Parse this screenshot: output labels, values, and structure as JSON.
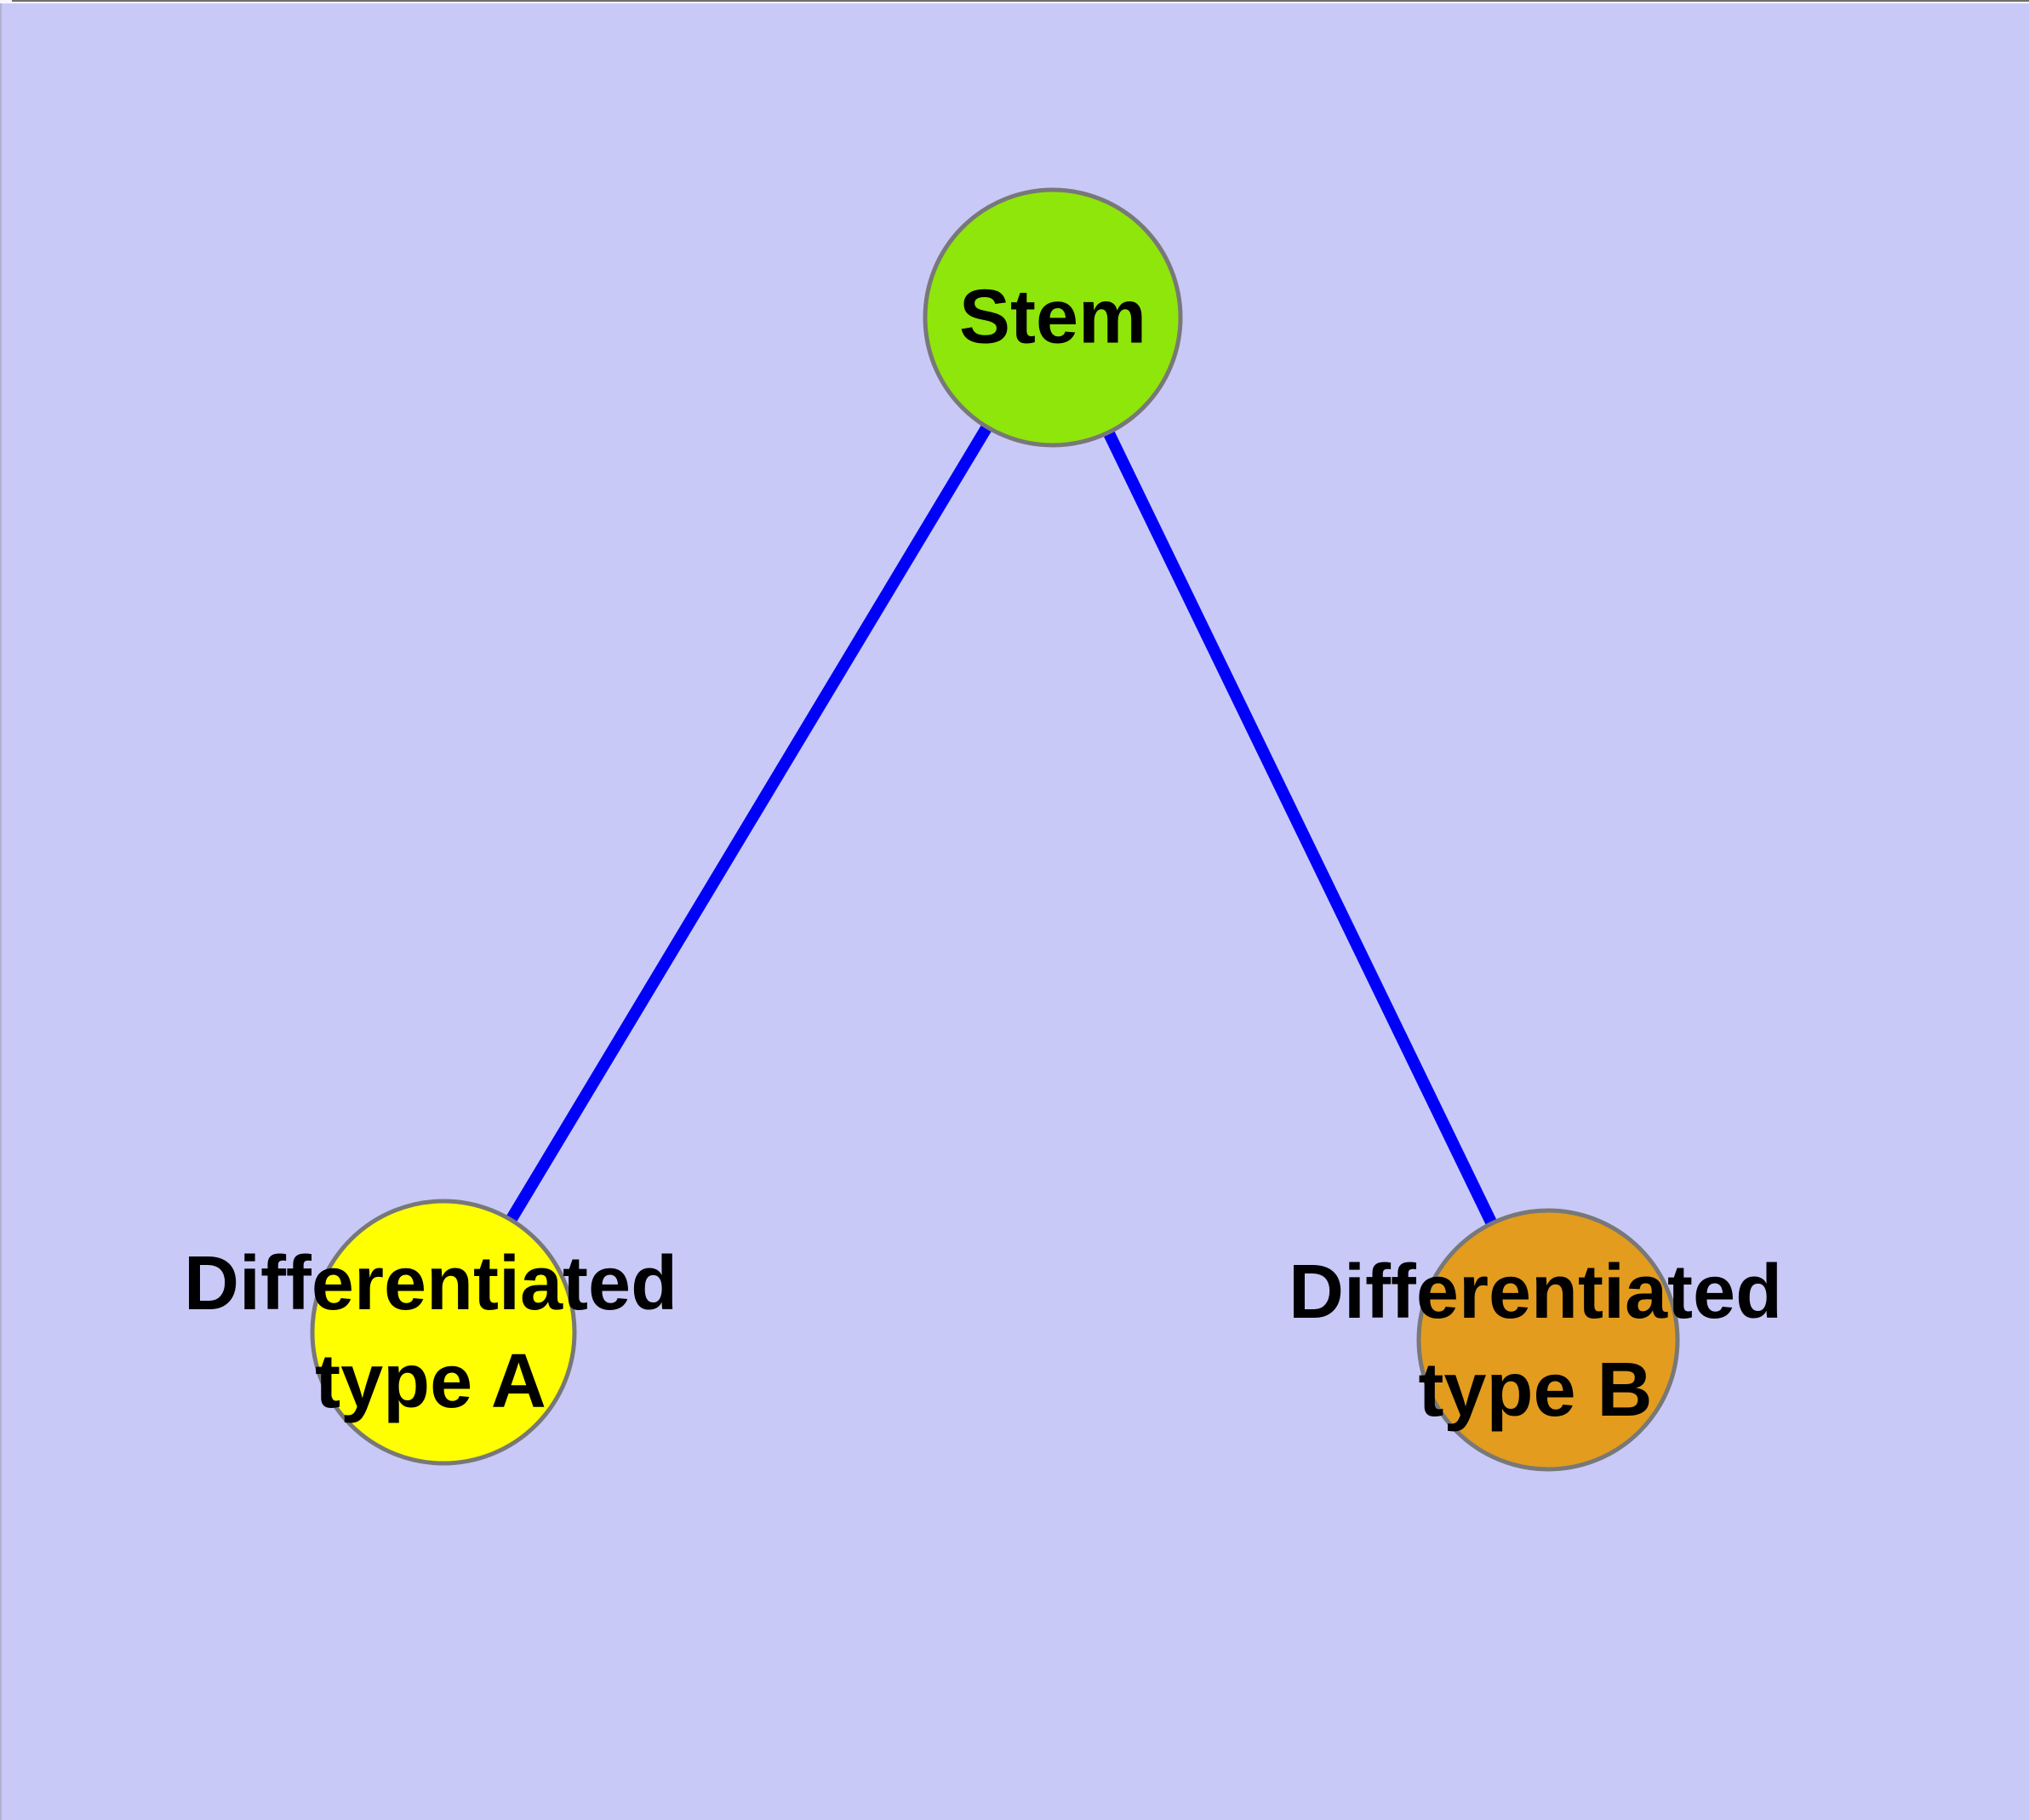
{
  "diagram": {
    "type": "node-link-graph",
    "nodes": [
      {
        "id": "stem",
        "label": "Stem"
      },
      {
        "id": "type-a",
        "label_line1": "Differentiated",
        "label_line2": "type A",
        "label_full": "Differentiated type A"
      },
      {
        "id": "type-b",
        "label_line1": "Differentiated",
        "label_line2": "type B",
        "label_full": "Differentiated type B"
      }
    ],
    "edges": [
      {
        "from": "stem",
        "to": "type-a"
      },
      {
        "from": "stem",
        "to": "type-b"
      }
    ]
  },
  "colors": {
    "background": "#C9C9F8",
    "edge_color": "#0000FA",
    "node_border": "#787878",
    "stem_fill": "#8FE60A",
    "type_a_fill": "#FFFF00",
    "type_b_fill": "#E39C1E",
    "label_color": "#000000",
    "window_top_strip": "#F7F7FF",
    "window_top_line": "#6E6E6E",
    "window_left_line": "#B2B2D0"
  }
}
